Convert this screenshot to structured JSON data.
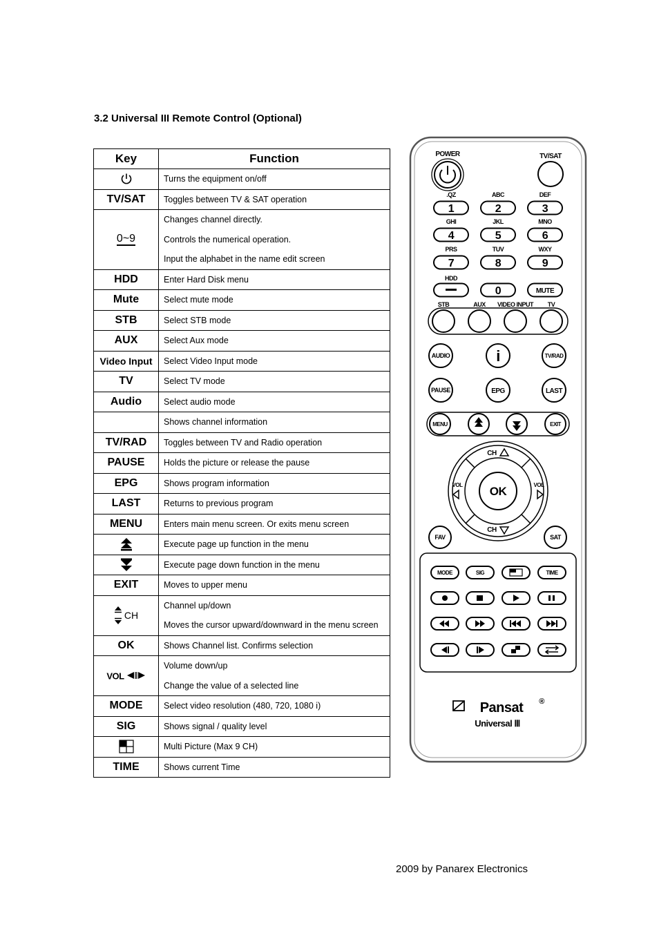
{
  "heading": "3.2 Universal III Remote Control (Optional)",
  "table": {
    "header_key": "Key",
    "header_function": "Function",
    "rows": [
      {
        "key": "",
        "icon": "power-icon",
        "functions": [
          "Turns the equipment on/off"
        ]
      },
      {
        "key": "TV/SAT",
        "functions": [
          "Toggles between TV & SAT operation"
        ]
      },
      {
        "key": "0~9",
        "icon": "digits-icon",
        "functions": [
          "Changes channel directly.",
          "Controls the numerical operation.",
          "Input the alphabet in the name edit screen"
        ]
      },
      {
        "key": "HDD",
        "functions": [
          "Enter Hard Disk menu"
        ]
      },
      {
        "key": "Mute",
        "functions": [
          "Select mute mode"
        ]
      },
      {
        "key": "STB",
        "functions": [
          "Select STB mode"
        ]
      },
      {
        "key": "AUX",
        "functions": [
          "Select Aux mode"
        ]
      },
      {
        "key": "Video Input",
        "functions": [
          "Select Video Input mode"
        ]
      },
      {
        "key": "TV",
        "functions": [
          "Select TV mode"
        ]
      },
      {
        "key": "Audio",
        "functions": [
          "Select audio mode"
        ]
      },
      {
        "key": "",
        "icon": "info-icon",
        "functions": [
          "Shows channel information"
        ]
      },
      {
        "key": "TV/RAD",
        "functions": [
          "Toggles between TV and Radio operation"
        ]
      },
      {
        "key": "PAUSE",
        "functions": [
          "Holds the picture or release the pause"
        ]
      },
      {
        "key": "EPG",
        "functions": [
          "Shows program information"
        ]
      },
      {
        "key": "LAST",
        "functions": [
          "Returns to previous program"
        ]
      },
      {
        "key": "MENU",
        "functions": [
          "Enters main menu screen. Or exits menu screen"
        ]
      },
      {
        "key": "",
        "icon": "page-up-icon",
        "functions": [
          "Execute page up function in the menu"
        ]
      },
      {
        "key": "",
        "icon": "page-down-icon",
        "functions": [
          "Execute page down function in the menu"
        ]
      },
      {
        "key": "EXIT",
        "functions": [
          "Moves to upper menu"
        ]
      },
      {
        "key": "CH",
        "icon": "channel-updown-icon",
        "functions": [
          "Channel up/down",
          "Moves the cursor upward/downward in the menu screen"
        ]
      },
      {
        "key": "OK",
        "functions": [
          "Shows Channel list. Confirms selection"
        ]
      },
      {
        "key": "VOL",
        "icon": "volume-leftright-icon",
        "functions": [
          "Volume down/up",
          "Change the value of a selected line"
        ]
      },
      {
        "key": "MODE",
        "functions": [
          "Select video resolution (480, 720, 1080 i)"
        ]
      },
      {
        "key": "SIG",
        "functions": [
          "Shows signal / quality level"
        ]
      },
      {
        "key": "",
        "icon": "multi-picture-icon",
        "functions": [
          "Multi Picture (Max 9 CH)"
        ]
      },
      {
        "key": "TIME",
        "functions": [
          "Shows current Time"
        ]
      }
    ]
  },
  "remote": {
    "power": "POWER",
    "tvsat": "TV/SAT",
    "digit_letters": [
      ".QZ",
      "ABC",
      "DEF",
      "GHI",
      "JKL",
      "MNO",
      "PRS",
      "TUV",
      "WXY"
    ],
    "digits": [
      "1",
      "2",
      "3",
      "4",
      "5",
      "6",
      "7",
      "8",
      "9"
    ],
    "hdd": "HDD",
    "zero": "0",
    "mute": "MUTE",
    "mode_labels": [
      "STB",
      "AUX",
      "VIDEO INPUT",
      "TV"
    ],
    "audio": "AUDIO",
    "info": "i",
    "tvrad": "TV/RAD",
    "pause": "PAUSE",
    "epg": "EPG",
    "last": "LAST",
    "menu": "MENU",
    "exit": "EXIT",
    "ch": "CH",
    "vol": "VOL",
    "ok": "OK",
    "fav": "FAV",
    "sat": "SAT",
    "mode": "MODE",
    "sig": "SIG",
    "time": "TIME",
    "brand": "Pansat",
    "brand_reg": "®",
    "model": "Universal Ⅲ"
  },
  "footer": "2009 by Panarex Electronics"
}
